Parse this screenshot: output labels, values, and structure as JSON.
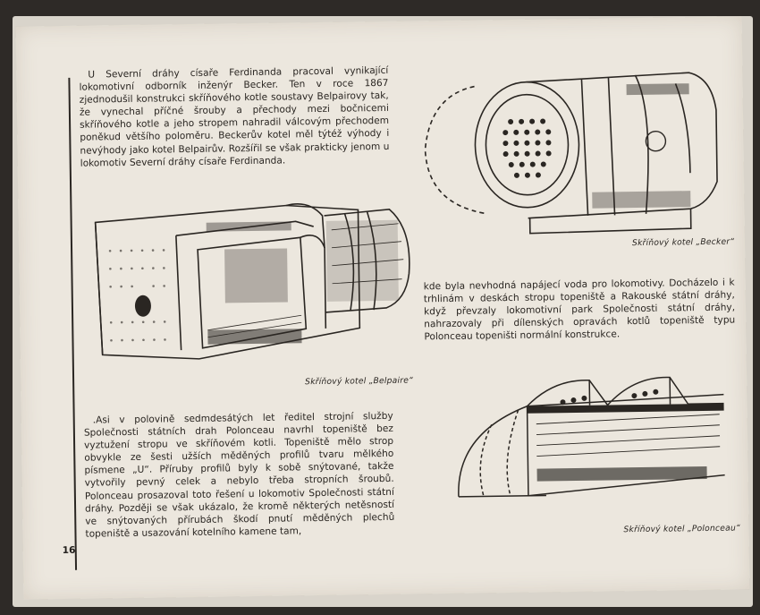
{
  "page_number": "16",
  "paragraphs": {
    "becker_intro": "U Severní dráhy císaře Ferdinanda pracoval vynikající lokomotivní odborník inženýr Becker. Ten v roce 1867 zjednodušil konstrukci skříňového kotle soustavy Belpairovy tak, že vynechal příčné šrouby a přechody mezi bočnicemi skříňového kotle a jeho stropem nahradil válcovým přechodem poněkud většího poloměru. Beckerův kotel měl týtéž výhody i nevýhody jako kotel Belpairův. Rozšířil se však prakticky jenom u lokomotiv Severní dráhy císaře Ferdinanda.",
    "polonceau_intro": ".Asi v polovině sedmdesátých let ředitel strojní služby Společnosti státních drah Polonceau navrhl topeniště bez vyztužení stropu ve skříňovém kotli. Topeniště mělo strop obvykle ze šesti užších měděných profilů tvaru mělkého písmene „U“. Příruby profilů byly k sobě snýtované, takže vytvořily pevný celek a nebylo třeba stropních šroubů. Polonceau prosazoval toto řešení u lokomotiv Společnosti státní dráhy. Později se však ukázalo, že kromě některých netěsností ve snýtovaných přírubách škodí pnutí měděných plechů topeniště a usazování kotelního kamene tam,",
    "continuation": "kde byla nevhodná napájecí voda pro lokomotivy. Docházelo i k trhlinám v deskách stropu topeniště a Rakouské státní dráhy, když převzaly lokomotivní park Společnosti státní dráhy, nahrazovaly při dílenských opravách kotlů topeniště typu Polonceau topeništi normální konstrukce."
  },
  "captions": {
    "becker": "Skříňový kotel „Becker“",
    "belpaire": "Skříňový kotel „Belpaire“",
    "polonceau": "Skříňový kotel „Polonceau“"
  },
  "colors": {
    "paper": "#ece7de",
    "ink": "#2a2622",
    "background": "#2e2a27"
  }
}
